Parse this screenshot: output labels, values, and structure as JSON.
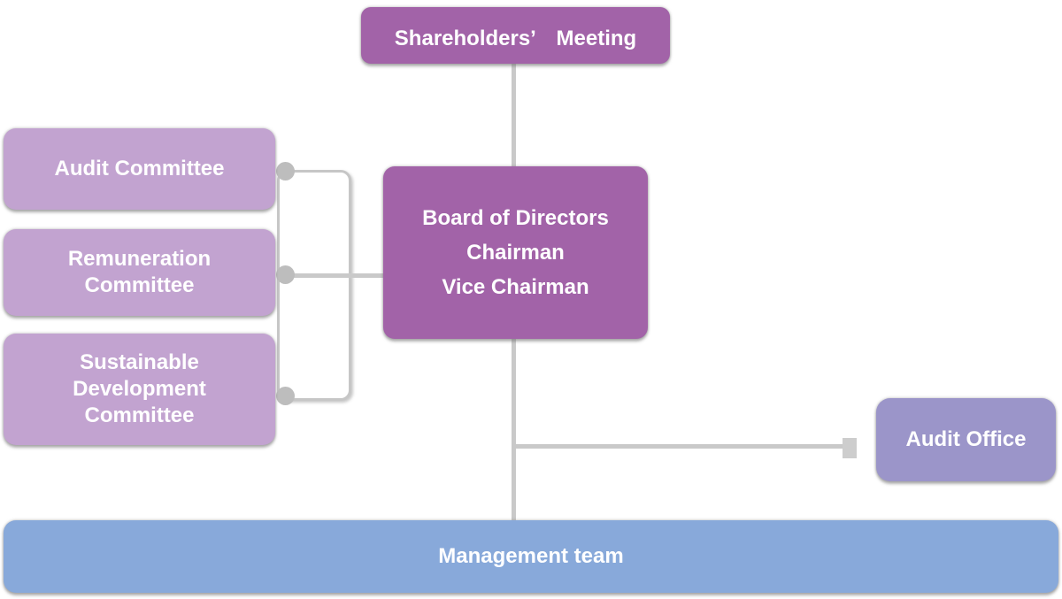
{
  "diagram_title": "Corporate governance organization chart",
  "colors": {
    "deep_purple": "#a263a8",
    "light_purple": "#c2a3d0",
    "lavender": "#9b95c9",
    "blue": "#88a9da",
    "connector_gray": "#c9c9c9",
    "dot_gray": "#bdbdbd",
    "bracket_fill": "#ffffff",
    "text": "#ffffff"
  },
  "nodes": {
    "shareholders": {
      "label": "Shareholders’　Meeting"
    },
    "board": {
      "lines": [
        "Board of Directors",
        "Chairman",
        "Vice Chairman"
      ]
    },
    "committees": [
      {
        "label": "Audit Committee"
      },
      {
        "label": "Remuneration Committee"
      },
      {
        "label": "Sustainable Development Committee"
      }
    ],
    "audit_office": {
      "label": "Audit Office"
    },
    "management": {
      "label": "Management team"
    }
  },
  "connectors": [
    {
      "from": "shareholders",
      "to": "board",
      "style": "vertical-line"
    },
    {
      "from": "committees",
      "to": "board",
      "style": "white-bracket-with-dots"
    },
    {
      "from": "board",
      "to": "management",
      "style": "vertical-line"
    },
    {
      "from": "board",
      "to": "audit_office",
      "style": "horizontal-line-square-end"
    }
  ]
}
